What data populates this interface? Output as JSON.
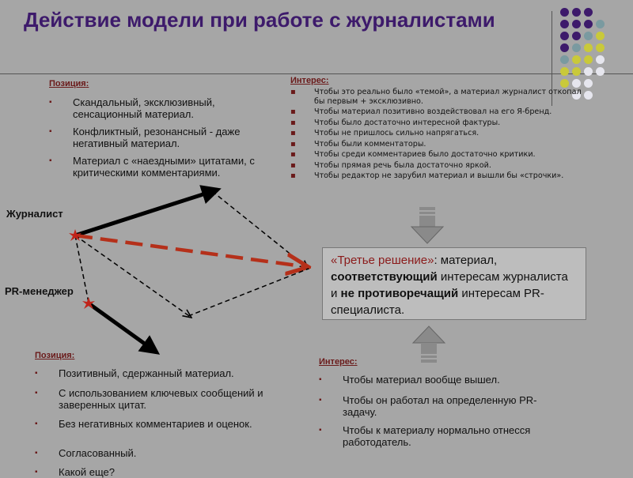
{
  "title": "Действие модели при работе с журналистами",
  "journalist": {
    "actor_label": "Журналист",
    "position": {
      "label": "Позиция",
      "items": [
        "Скандальный, эксклюзивный, сенсационный материал.",
        "Конфликтный, резонансный - даже негативный материал.",
        "Материал с «наездными» цитатами, с критическими комментариями."
      ]
    },
    "interest": {
      "label": "Интерес",
      "items": [
        "Чтобы это реально было «темой», а материал журналист откопал бы первым + эксклюзивно.",
        "Чтобы материал позитивно воздействовал на его Я-бренд.",
        "Чтобы было достаточно интересной фактуры.",
        "Чтобы не пришлось сильно напрягаться.",
        "Чтобы были комментаторы.",
        "Чтобы среди комментариев было достаточно критики.",
        "Чтобы прямая речь была достаточно яркой.",
        "Чтобы редактор не зарубил материал и вышли бы «строчки»."
      ]
    }
  },
  "pr_manager": {
    "actor_label": "PR-менеджер",
    "position": {
      "label": "Позиция",
      "items": [
        "Позитивный, сдержанный материал.",
        "С использованием ключевых сообщений и заверенных цитат.",
        "Без негативных комментариев и оценок.",
        "Согласованный.",
        "Какой еще?"
      ]
    },
    "interest": {
      "label": "Интерес",
      "items": [
        "Чтобы материал вообще вышел.",
        "Чтобы он работал на определенную PR-задачу.",
        "Чтобы к материалу нормально отнесся работодатель."
      ]
    }
  },
  "third_solution": {
    "quote": "«Третье решение»",
    "text1": ": материал,",
    "bold1": "соответствующий",
    "text2": " интересам журналиста и ",
    "bold2": "не противоречащий",
    "text3": " интересам PR-специалиста."
  },
  "colors": {
    "title": "#3d1a6b",
    "accent_red": "#b5301a",
    "dot_purple": "#3d1a6b",
    "dot_teal": "#7a9aa0",
    "dot_yellow": "#c9c93a",
    "dot_white": "#e6e6ee"
  }
}
